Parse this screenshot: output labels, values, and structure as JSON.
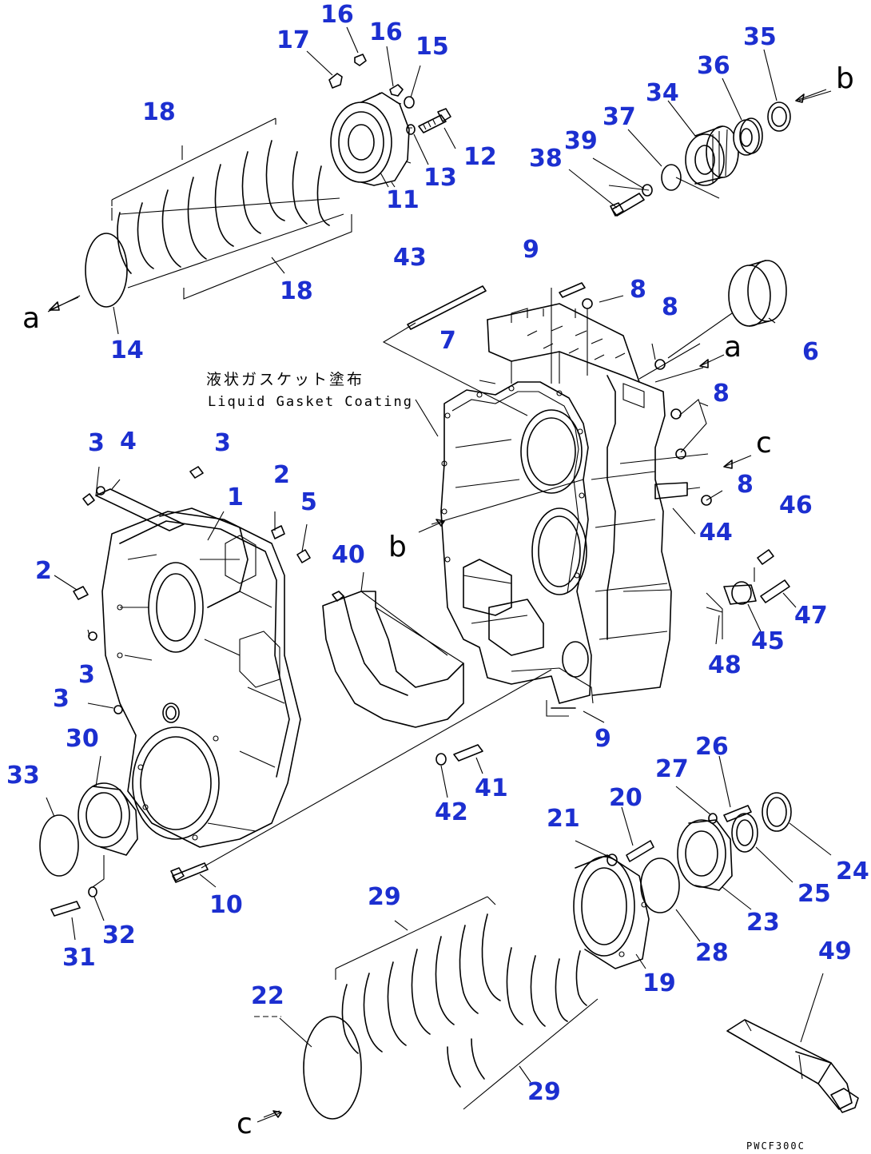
{
  "diagram": {
    "note_jp": "液状ガスケット塗布",
    "note_en": "Liquid Gasket Coating",
    "drawing_code": "PWCF300C",
    "connection_letters": [
      {
        "id": "a-left",
        "text": "a"
      },
      {
        "id": "a-right",
        "text": "a"
      },
      {
        "id": "b-top",
        "text": "b"
      },
      {
        "id": "b-mid",
        "text": "b"
      },
      {
        "id": "c-right",
        "text": "c"
      },
      {
        "id": "c-bottom",
        "text": "c"
      }
    ],
    "callouts": [
      {
        "id": "c16a",
        "text": "16"
      },
      {
        "id": "c16b",
        "text": "16"
      },
      {
        "id": "c17",
        "text": "17"
      },
      {
        "id": "c15",
        "text": "15"
      },
      {
        "id": "c35",
        "text": "35"
      },
      {
        "id": "c36",
        "text": "36"
      },
      {
        "id": "c18a",
        "text": "18"
      },
      {
        "id": "c34",
        "text": "34"
      },
      {
        "id": "c37",
        "text": "37"
      },
      {
        "id": "c39",
        "text": "39"
      },
      {
        "id": "c12",
        "text": "12"
      },
      {
        "id": "c38",
        "text": "38"
      },
      {
        "id": "c13",
        "text": "13"
      },
      {
        "id": "c11",
        "text": "11"
      },
      {
        "id": "c9a",
        "text": "9"
      },
      {
        "id": "c43",
        "text": "43"
      },
      {
        "id": "c8a",
        "text": "8"
      },
      {
        "id": "c18b",
        "text": "18"
      },
      {
        "id": "c8b",
        "text": "8"
      },
      {
        "id": "c14",
        "text": "14"
      },
      {
        "id": "c7",
        "text": "7"
      },
      {
        "id": "c6",
        "text": "6"
      },
      {
        "id": "c8c",
        "text": "8"
      },
      {
        "id": "c3a",
        "text": "3"
      },
      {
        "id": "c4",
        "text": "4"
      },
      {
        "id": "c3b",
        "text": "3"
      },
      {
        "id": "c2a",
        "text": "2"
      },
      {
        "id": "c8d",
        "text": "8"
      },
      {
        "id": "c1",
        "text": "1"
      },
      {
        "id": "c5",
        "text": "5"
      },
      {
        "id": "c46",
        "text": "46"
      },
      {
        "id": "c44",
        "text": "44"
      },
      {
        "id": "c40",
        "text": "40"
      },
      {
        "id": "c2b",
        "text": "2"
      },
      {
        "id": "c47",
        "text": "47"
      },
      {
        "id": "c45",
        "text": "45"
      },
      {
        "id": "c48",
        "text": "48"
      },
      {
        "id": "c3c",
        "text": "3"
      },
      {
        "id": "c3d",
        "text": "3"
      },
      {
        "id": "c30",
        "text": "30"
      },
      {
        "id": "c9b",
        "text": "9"
      },
      {
        "id": "c26",
        "text": "26"
      },
      {
        "id": "c33",
        "text": "33"
      },
      {
        "id": "c27",
        "text": "27"
      },
      {
        "id": "c41",
        "text": "41"
      },
      {
        "id": "c20",
        "text": "20"
      },
      {
        "id": "c42",
        "text": "42"
      },
      {
        "id": "c21",
        "text": "21"
      },
      {
        "id": "c24",
        "text": "24"
      },
      {
        "id": "c10",
        "text": "10"
      },
      {
        "id": "c25",
        "text": "25"
      },
      {
        "id": "c29a",
        "text": "29"
      },
      {
        "id": "c23",
        "text": "23"
      },
      {
        "id": "c32",
        "text": "32"
      },
      {
        "id": "c31",
        "text": "31"
      },
      {
        "id": "c28",
        "text": "28"
      },
      {
        "id": "c49",
        "text": "49"
      },
      {
        "id": "c19",
        "text": "19"
      },
      {
        "id": "c22",
        "text": "22"
      },
      {
        "id": "c29b",
        "text": "29"
      }
    ]
  }
}
